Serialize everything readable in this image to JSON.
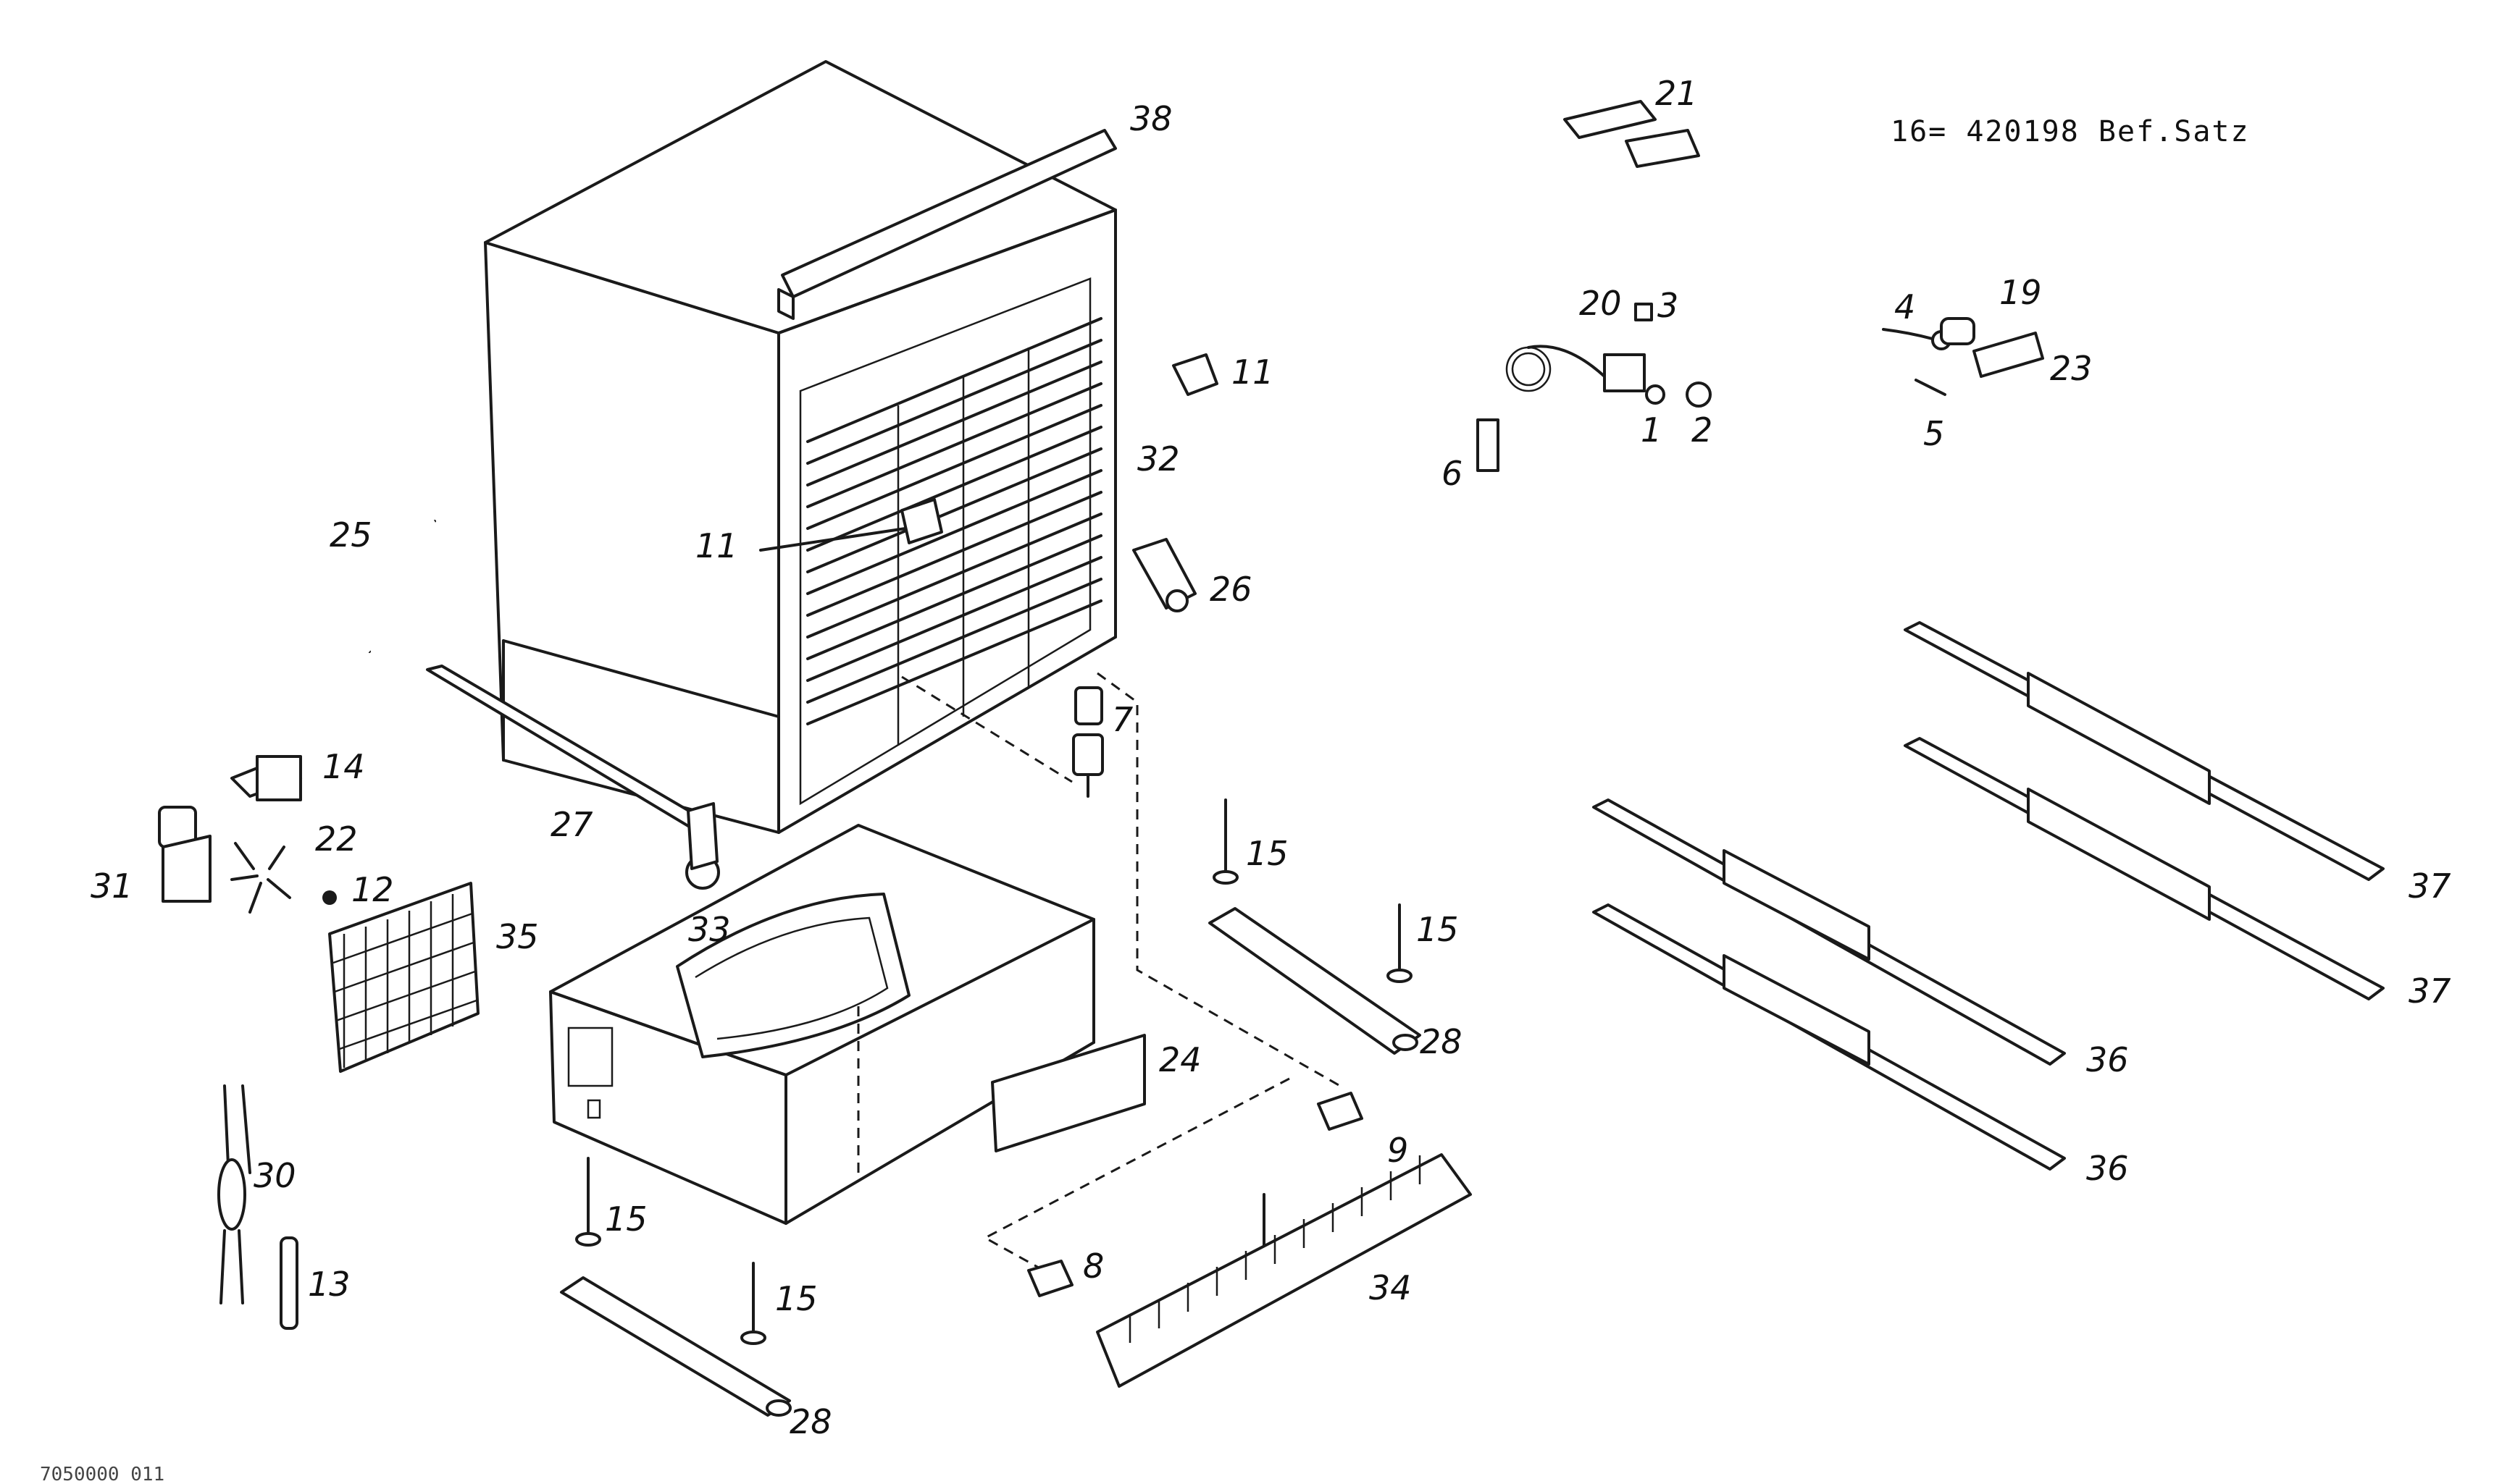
{
  "note": "16= 420198 Bef.Satz",
  "drawing_code": "7050000 011",
  "callouts": {
    "c1": "1",
    "c2": "2",
    "c3": "3",
    "c4": "4",
    "c5": "5",
    "c6": "6",
    "c7": "7",
    "c8": "8",
    "c9": "9",
    "c11a": "11",
    "c11b": "11",
    "c12": "12",
    "c13": "13",
    "c14": "14",
    "c15a": "15",
    "c15b": "15",
    "c15c": "15",
    "c15d": "15",
    "c19": "19",
    "c20": "20",
    "c21": "21",
    "c22": "22",
    "c23": "23",
    "c24": "24",
    "c25": "25",
    "c26": "26",
    "c27": "27",
    "c28a": "28",
    "c28b": "28",
    "c30": "30",
    "c31": "31",
    "c32": "32",
    "c33": "33",
    "c34": "34",
    "c35": "35",
    "c36a": "36",
    "c36b": "36",
    "c37a": "37",
    "c37b": "37",
    "c38": "38"
  }
}
